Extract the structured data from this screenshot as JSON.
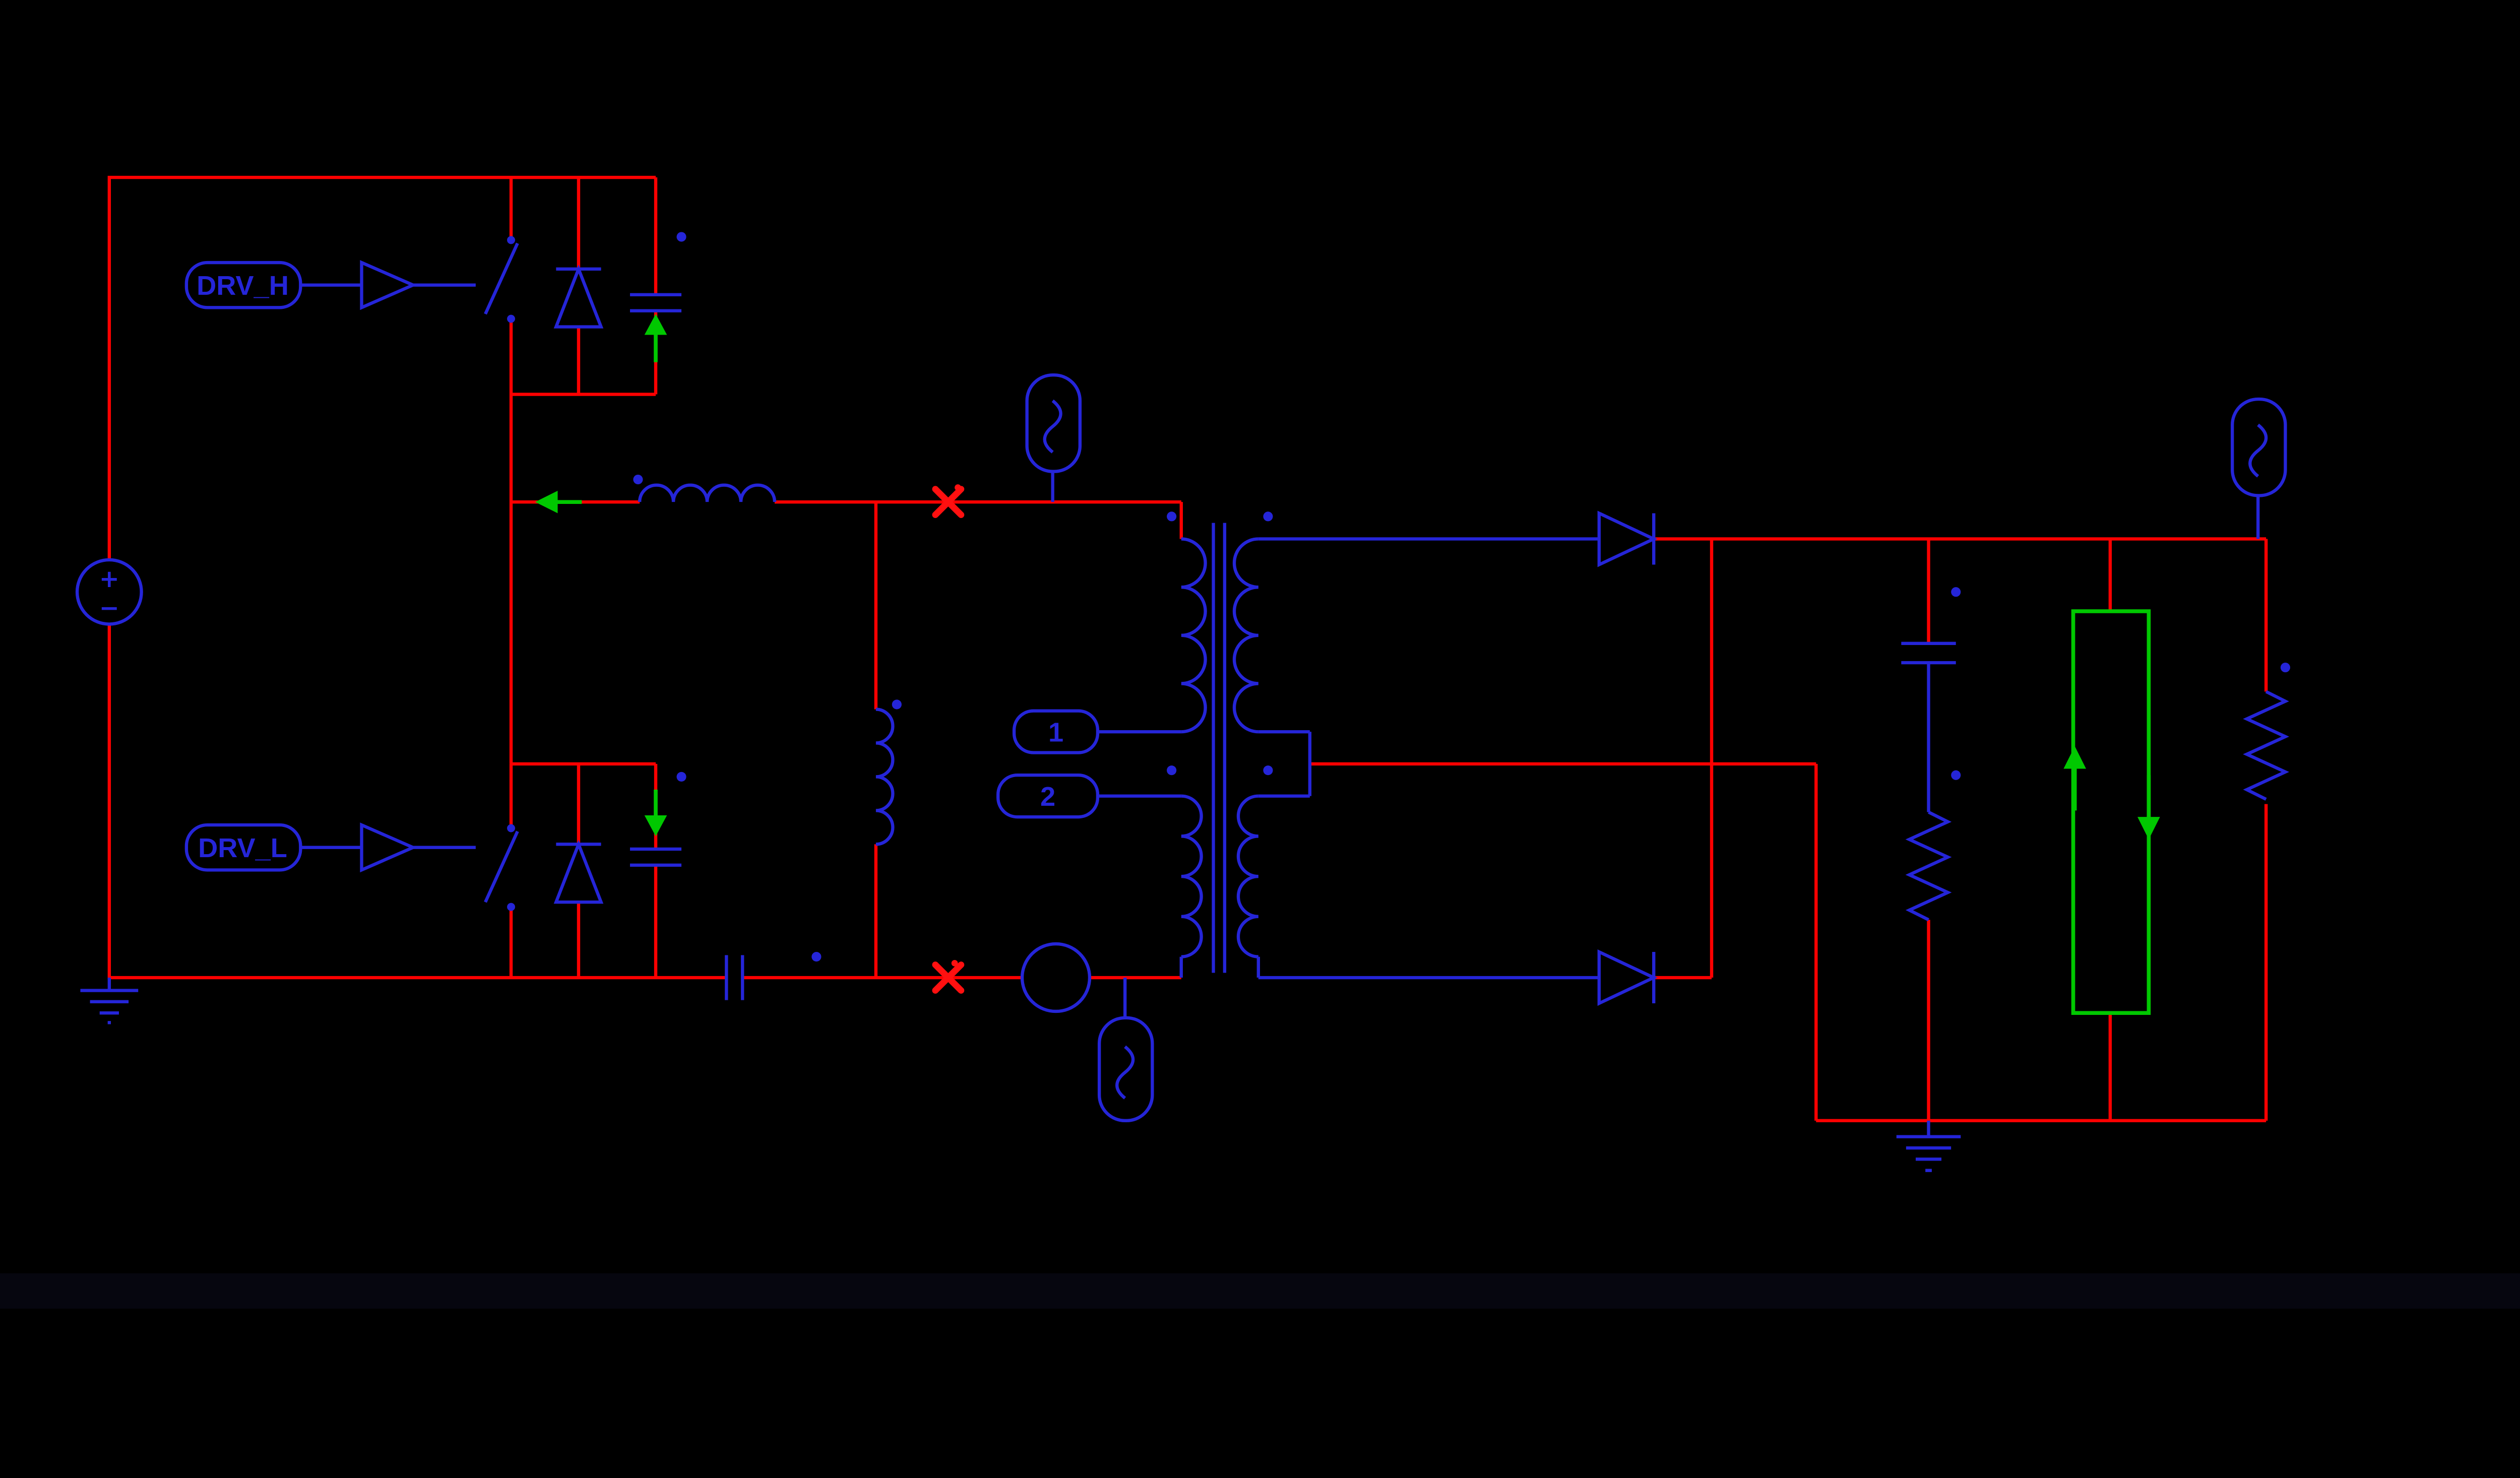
{
  "colors": {
    "background": "#000000",
    "wire": "#ff0000",
    "component": "#2525d8",
    "green": "#00c800",
    "xmark": "#ff1010",
    "bottom-bar": "#06060f"
  },
  "labels": {
    "drv_h": "DRV_H",
    "drv_l": "DRV_L",
    "tap1": "1",
    "tap2": "2",
    "source_plus": "+",
    "source_minus": "−"
  }
}
